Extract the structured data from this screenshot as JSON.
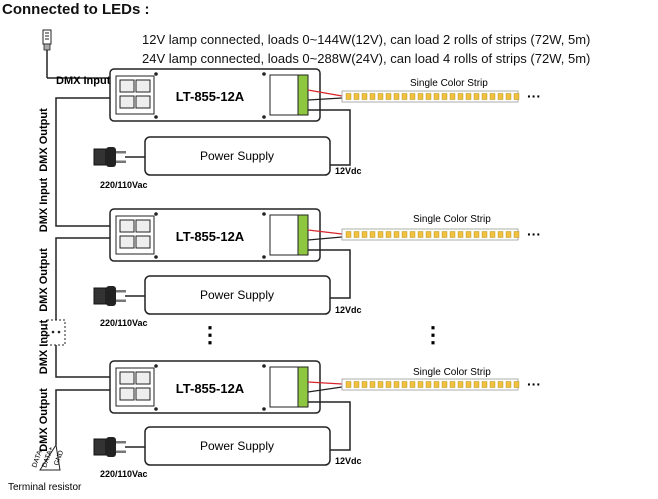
{
  "header": {
    "title": "Connected to LEDs :",
    "note_12v": "12V lamp connected, loads 0~144W(12V), can load 2 rolls of strips (72W, 5m)",
    "note_24v": "24V lamp connected, loads 0~288W(24V), can load 4 rolls of strips (72W, 5m)"
  },
  "labels": {
    "dmx_input": "DMX Input",
    "dmx_output": "DMX Output",
    "model": "LT-855-12A",
    "power_supply": "Power Supply",
    "ac_voltage": "220/110Vac",
    "dc_voltage": "12Vdc",
    "strip": "Single Color Strip",
    "ellipsis": "···",
    "vertical_dots": "⋮",
    "terminal_resistor": "Terminal resistor",
    "data_minus": "DATA-",
    "data_plus": "DATA+",
    "gnd": "GND"
  },
  "colors": {
    "line": "#222222",
    "terminal_green": "#8dc63f",
    "wire_red": "#d9252a",
    "led": "#f0c040"
  }
}
